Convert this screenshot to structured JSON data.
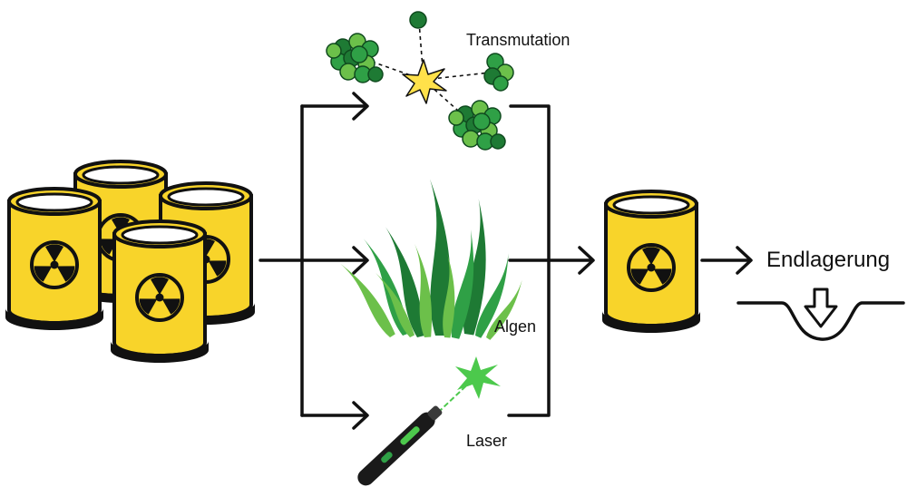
{
  "labels": {
    "transmutation": "Transmutation",
    "algae": "Algen",
    "laser": "Laser",
    "final_storage": "Endlagerung"
  },
  "icons": {
    "waste_barrels": "radioactive-barrels-icon",
    "single_barrel": "radioactive-barrel-icon",
    "nucleus": "atomic-nucleus-icon",
    "spark": "fission-star-icon",
    "algae": "algae-icon",
    "laser": "laser-pointer-icon",
    "storage": "final-storage-pit-icon"
  },
  "colors": {
    "barrel_yellow": "#F8D42A",
    "barrel_dark": "#1A1A1A",
    "green_dark": "#1E7A34",
    "green_mid": "#2FA046",
    "green_light": "#6CC04A",
    "laser_green": "#4CC94C",
    "spark_yellow": "#FFE14A",
    "line": "#111111"
  }
}
